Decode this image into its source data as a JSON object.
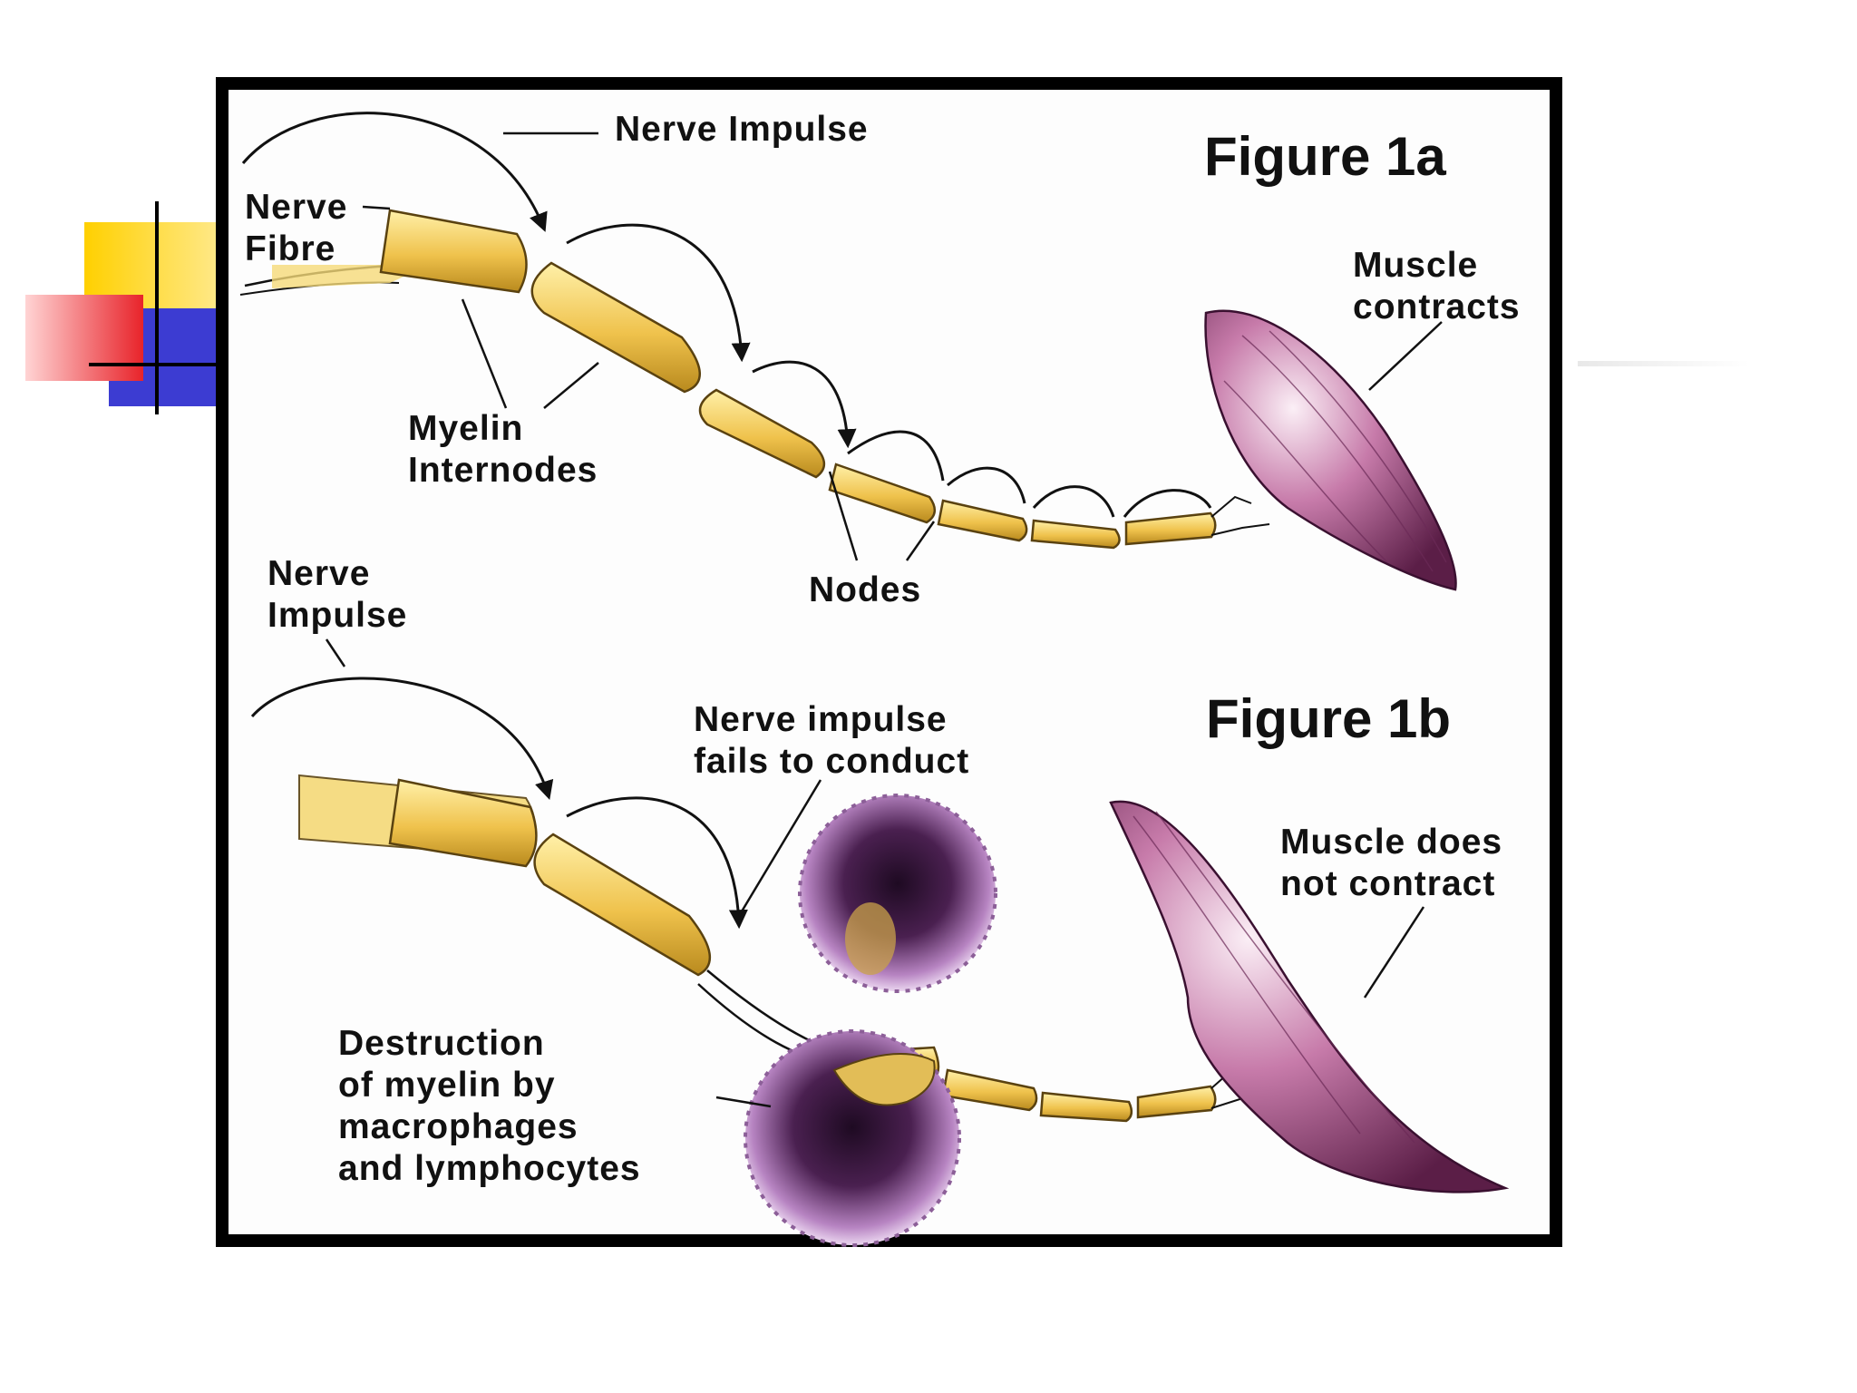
{
  "slide": {
    "accent_colors": {
      "yellow": "#FFD24A",
      "red": "#E8232A",
      "blue": "#3A3AD0"
    }
  },
  "figure_a": {
    "title": "Figure 1a",
    "labels": {
      "nerve_impulse": "Nerve Impulse",
      "nerve_fibre": "Nerve\nFibre",
      "myelin_internodes": "Myelin\nInternodes",
      "nodes": "Nodes",
      "muscle_contracts": "Muscle\ncontracts"
    }
  },
  "figure_b": {
    "title": "Figure 1b",
    "labels": {
      "nerve_impulse": "Nerve\nImpulse",
      "fails_to_conduct": "Nerve impulse\nfails to conduct",
      "destruction": "Destruction\nof myelin by\nmacrophages\nand lymphocytes",
      "muscle_not_contract": "Muscle does\nnot contract"
    }
  },
  "colors": {
    "myelin": "#EFC24C",
    "myelin_dark": "#B98A1E",
    "muscle": "#A34F86",
    "macrophage": "#4A2050"
  }
}
